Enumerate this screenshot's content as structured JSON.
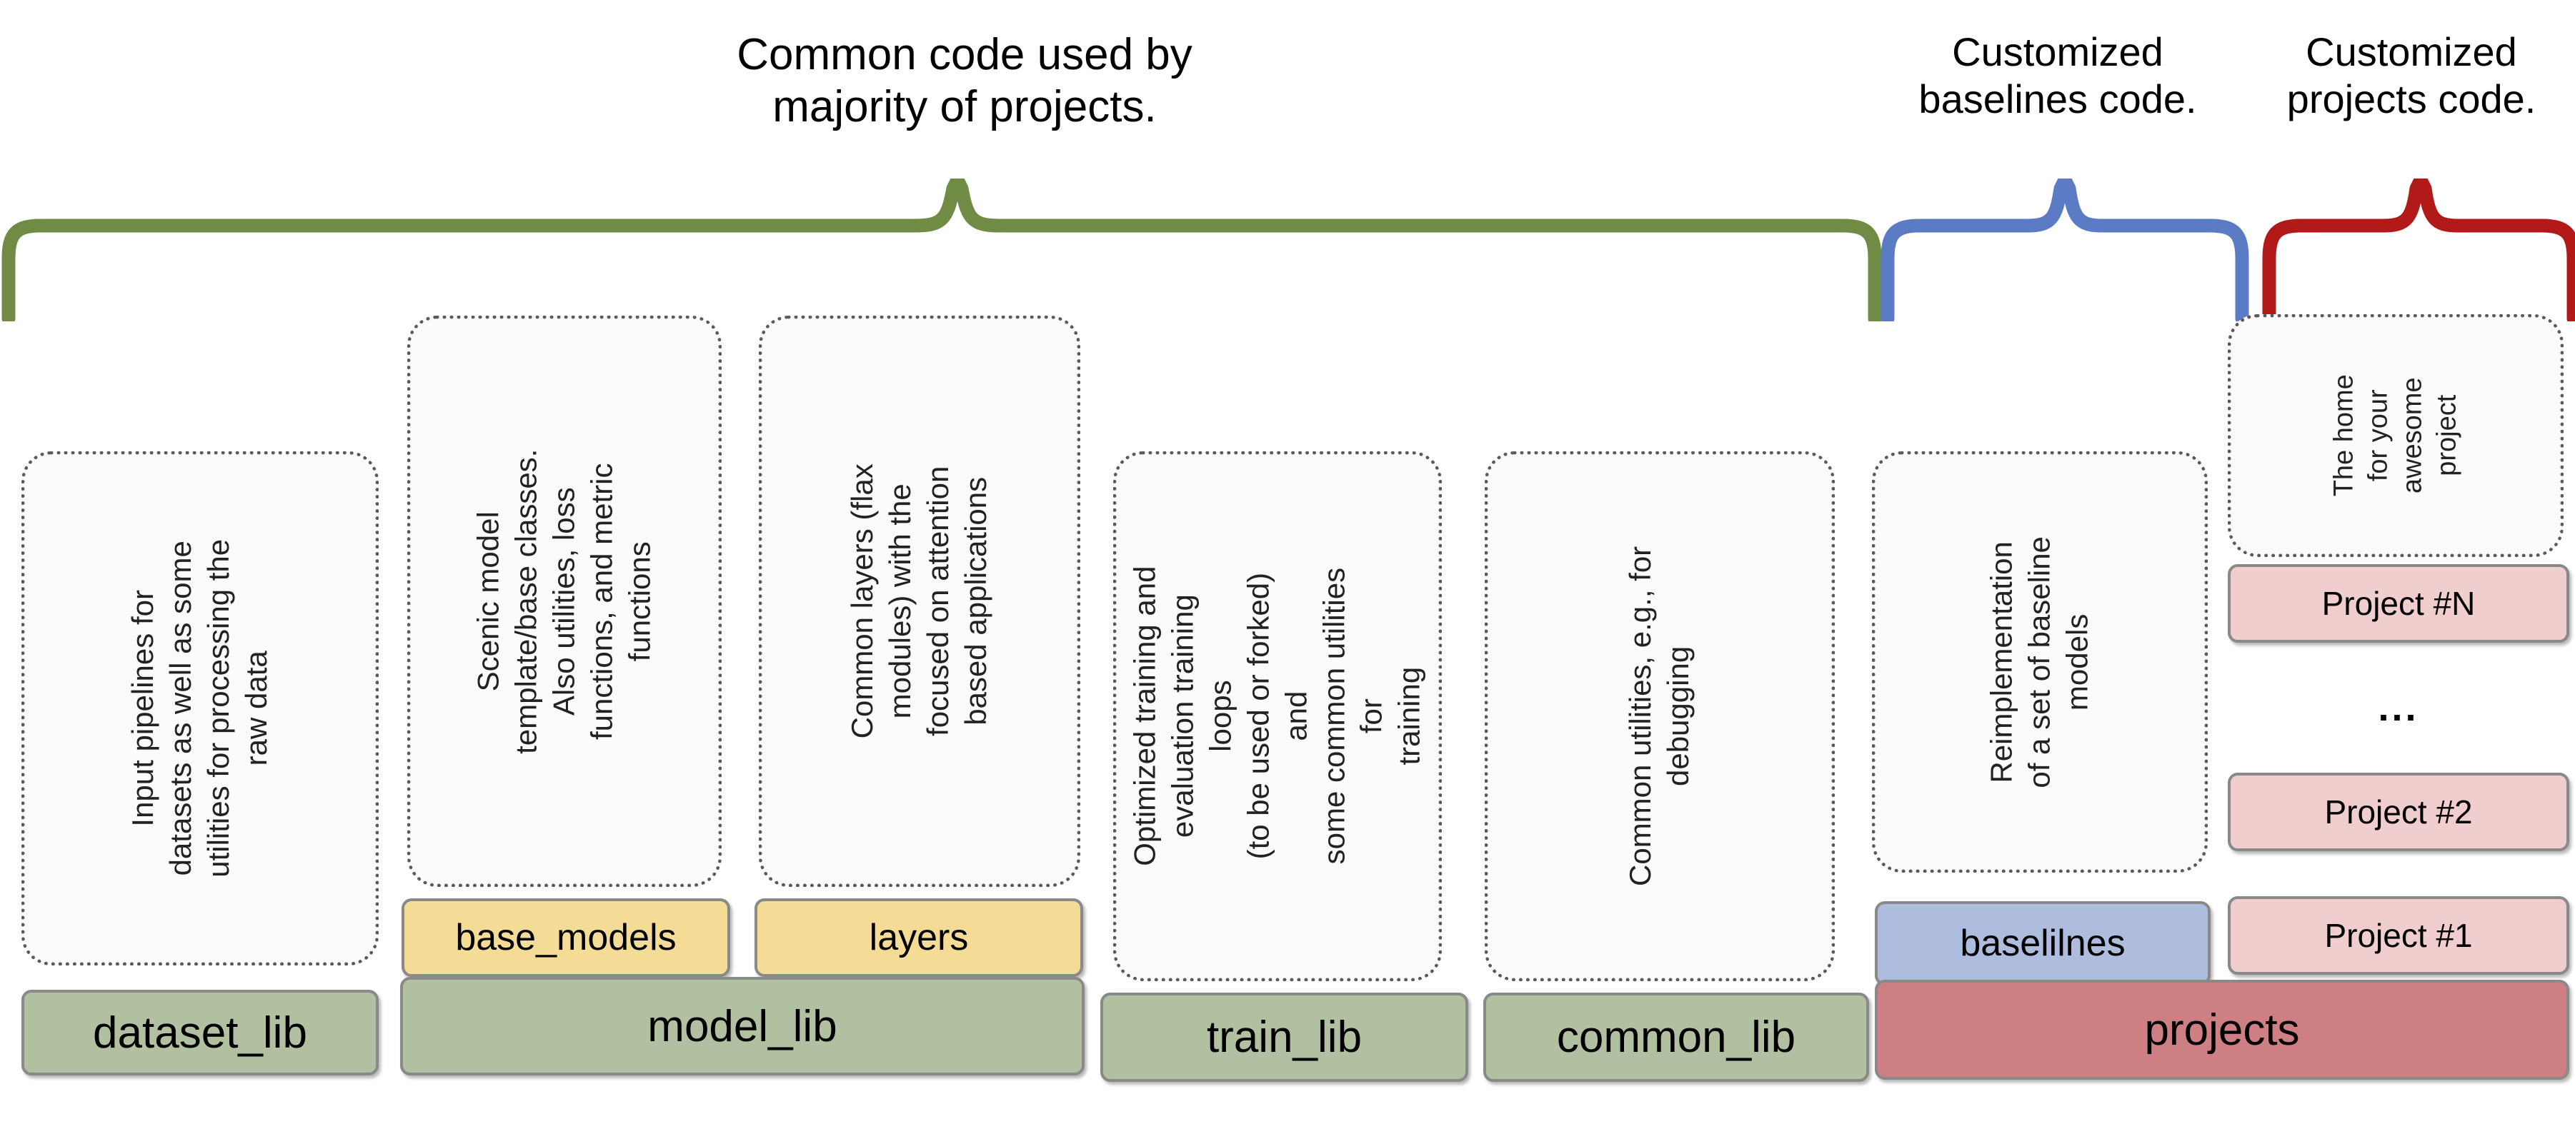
{
  "diagram": {
    "title_braces": [
      {
        "id": "common",
        "text": "Common code used by\nmajority of projects.",
        "color": "#6F8B44"
      },
      {
        "id": "baselines",
        "text": "Customized\nbaselines code.",
        "color": "#5B7BC4"
      },
      {
        "id": "projects",
        "text": "Customized\nprojects code.",
        "color": "#B21A1A"
      }
    ],
    "colors": {
      "green_brace": "#6F8B44",
      "blue_brace": "#5B7BC4",
      "red_brace": "#B21A1A",
      "green_box": "#B0C0A0",
      "yellow_box": "#F5DC96",
      "blue_box": "#AEBCDD",
      "pink_box": "#F0CECE",
      "red_box": "#CE7F83",
      "dotted_box": "#FBFBFB",
      "box_border": "#898989",
      "dotted_border": "#5A5A5A"
    },
    "columns": [
      {
        "id": "dataset_lib",
        "base_label": "dataset_lib",
        "description": "Input pipelines for\ndatasets as well as some\nutilities for processing the\nraw data"
      },
      {
        "id": "model_lib",
        "base_label": "model_lib",
        "sub_boxes": [
          {
            "label": "base_models",
            "description": "Scenic model\ntemplate/base classes.\nAlso utilities, loss\nfunctions, and metric\nfunctions"
          },
          {
            "label": "layers",
            "description": "Common layers (flax\nmodules) with the\nfocused on attention\nbased applications"
          }
        ]
      },
      {
        "id": "train_lib",
        "base_label": "train_lib",
        "description": "Optimized training and\nevaluation training loops\n(to be used or forked) and\nsome common utilities for\ntraining"
      },
      {
        "id": "common_lib",
        "base_label": "common_lib",
        "description": "Common utilities, e.g., for\ndebugging"
      },
      {
        "id": "baselines",
        "base_label": "baselilnes",
        "description": "Reimplementation\nof a set of baseline\nmodels"
      },
      {
        "id": "projects",
        "base_label": "projects",
        "home_box_text": "The home\nfor your\nawesome\nproject",
        "project_items": [
          {
            "label": "Project #N"
          },
          {
            "label": "…"
          },
          {
            "label": "Project #2"
          },
          {
            "label": "Project #1"
          }
        ],
        "ellipsis": "..."
      }
    ]
  }
}
